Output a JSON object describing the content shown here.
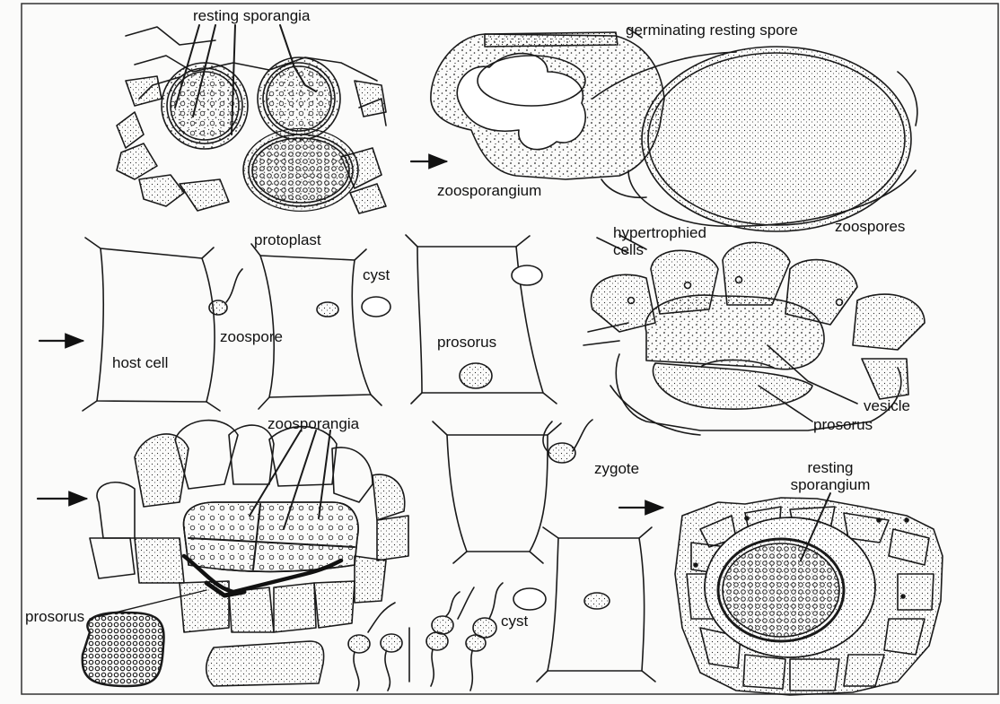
{
  "colors": {
    "ink": "#1a1a1a",
    "paper": "#fbfbfa",
    "dark_wall": "#2a2a2a"
  },
  "labels": {
    "resting_sporangia": "resting sporangia",
    "germinating_resting_spore": "germinating resting spore",
    "zoosporangium": "zoosporangium",
    "zoospores": "zoospores",
    "protoplast": "protoplast",
    "cyst_top": "cyst",
    "host_cell": "host cell",
    "zoospore": "zoospore",
    "prosorus_mid": "prosorus",
    "hypertrophied_cells": "hypertrophied\ncells",
    "vesicle": "vesicle",
    "prosorus_right": "prosorus",
    "zoosporangia": "zoosporangia",
    "zygote": "zygote",
    "resting_sporangium": "resting\nsporangium",
    "prosorus_bottom": "prosorus",
    "cyst_bottom": "cyst"
  },
  "arrows": [
    {
      "id": "arrow-to-germination",
      "direction": "right"
    },
    {
      "id": "arrow-to-infection",
      "direction": "right"
    },
    {
      "id": "arrow-to-zoosporangia",
      "direction": "right"
    },
    {
      "id": "arrow-to-resting-sporangium",
      "direction": "right"
    }
  ]
}
